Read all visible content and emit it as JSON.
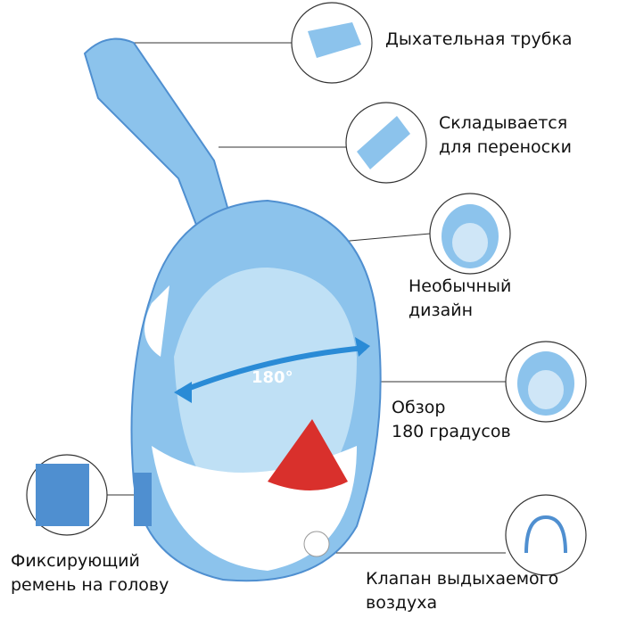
{
  "mask_badge": "180°",
  "features": [
    {
      "id": "snorkel",
      "lines": [
        "Дыхательная трубка"
      ]
    },
    {
      "id": "foldable",
      "lines": [
        "Складывается",
        "для переноски"
      ]
    },
    {
      "id": "design",
      "lines": [
        "Необычный",
        "дизайн"
      ]
    },
    {
      "id": "view",
      "lines": [
        "Обзор",
        "180 градусов"
      ]
    },
    {
      "id": "strap",
      "lines": [
        "Фиксирующий",
        "ремень на голову"
      ]
    },
    {
      "id": "valve",
      "lines": [
        "Клапан выдыхаемого",
        "воздуха"
      ]
    }
  ],
  "colors": {
    "mask_blue": "#8cc3ec",
    "mask_dark": "#4f8fd0",
    "white": "#ffffff",
    "red": "#d9302c",
    "arrow": "#2a8bd6"
  }
}
